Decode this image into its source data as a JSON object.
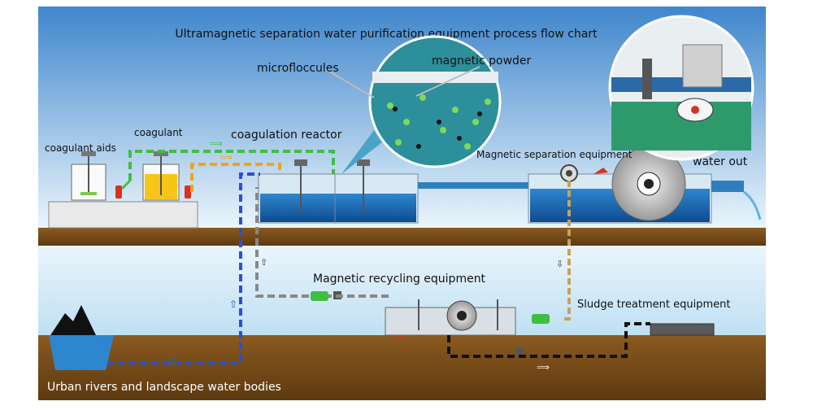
{
  "title": "Ultramagnetic separation water purification equipment process flow chart",
  "labels": {
    "microfloccules": "microfloccules",
    "magnetic_powder": "magnetic powder",
    "coagulant_aids": "coagulant aids",
    "coagulant": "coagulant",
    "coagulation_reactor": "coagulation reactor",
    "magnetic_separation": "Magnetic separation equipment",
    "water_out": "water out",
    "magnetic_recycling": "Magnetic recycling equipment",
    "sludge_treatment": "Sludge treatment equipment",
    "urban_rivers": "Urban rivers and landscape water bodies"
  },
  "colors": {
    "sky_top": "#4f95d3",
    "sky_bottom": "#e9f4fb",
    "ground": "#7b4f1a",
    "tank_water": "#1a66b0",
    "green_pipe": "#3fbf3f",
    "orange_pipe": "#f2a21c",
    "blue_pipe": "#2a4fd6",
    "sludge_pipe": "#c8a25a"
  },
  "icons": [
    "valve-icon",
    "pump-icon",
    "agitator-icon",
    "magnetic-disc-icon",
    "flow-arrow-icon"
  ]
}
